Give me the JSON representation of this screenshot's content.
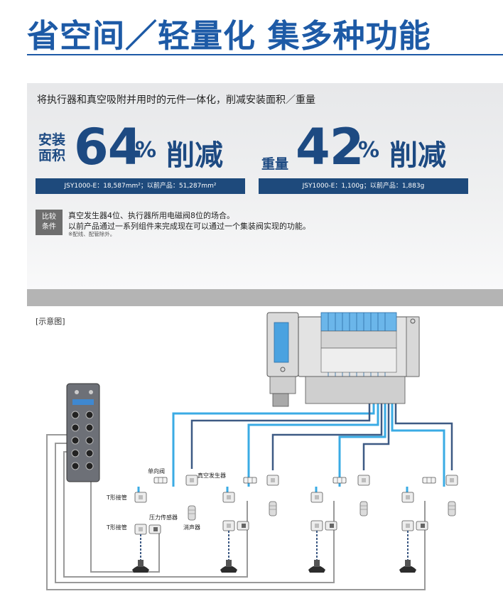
{
  "headline": "省空间／轻量化 集多种功能",
  "intro": "将执行器和真空吸附并用时的元件一体化，削减安装面积／重量",
  "stats": [
    {
      "label_line1": "安装",
      "label_line2": "面积",
      "number": "64",
      "percent": "%",
      "word": "削减",
      "note": "JSY1000-E：18,587mm²；以前产品：51,287mm²"
    },
    {
      "label": "重量",
      "number": "42",
      "percent": "%",
      "word": "削减",
      "note": "JSY1000-E：1,100g；以前产品：1,883g"
    }
  ],
  "condition": {
    "badge_line1": "比较",
    "badge_line2": "条件",
    "line1": "真空发生器4位、执行器所用电磁阀8位的场合。",
    "line2": "以前产品通过一系列组件来完成现在可以通过一个集装阀实现的功能。",
    "note": "※配线、配管除外。"
  },
  "diagram": {
    "title": "[示意图]",
    "labels": {
      "check_valve": "单向阀",
      "vacuum_generator": "真空发生器",
      "tee_1": "T形接管",
      "tee_2": "T形接管",
      "pressure_sensor": "压力传感器",
      "silencer": "消声器"
    },
    "colors": {
      "vacuum_line": "#3aabe4",
      "pilot_line": "#3d5a84",
      "sensor_wire": "#9a9a9a",
      "manifold_accent": "#5aaee6"
    }
  }
}
